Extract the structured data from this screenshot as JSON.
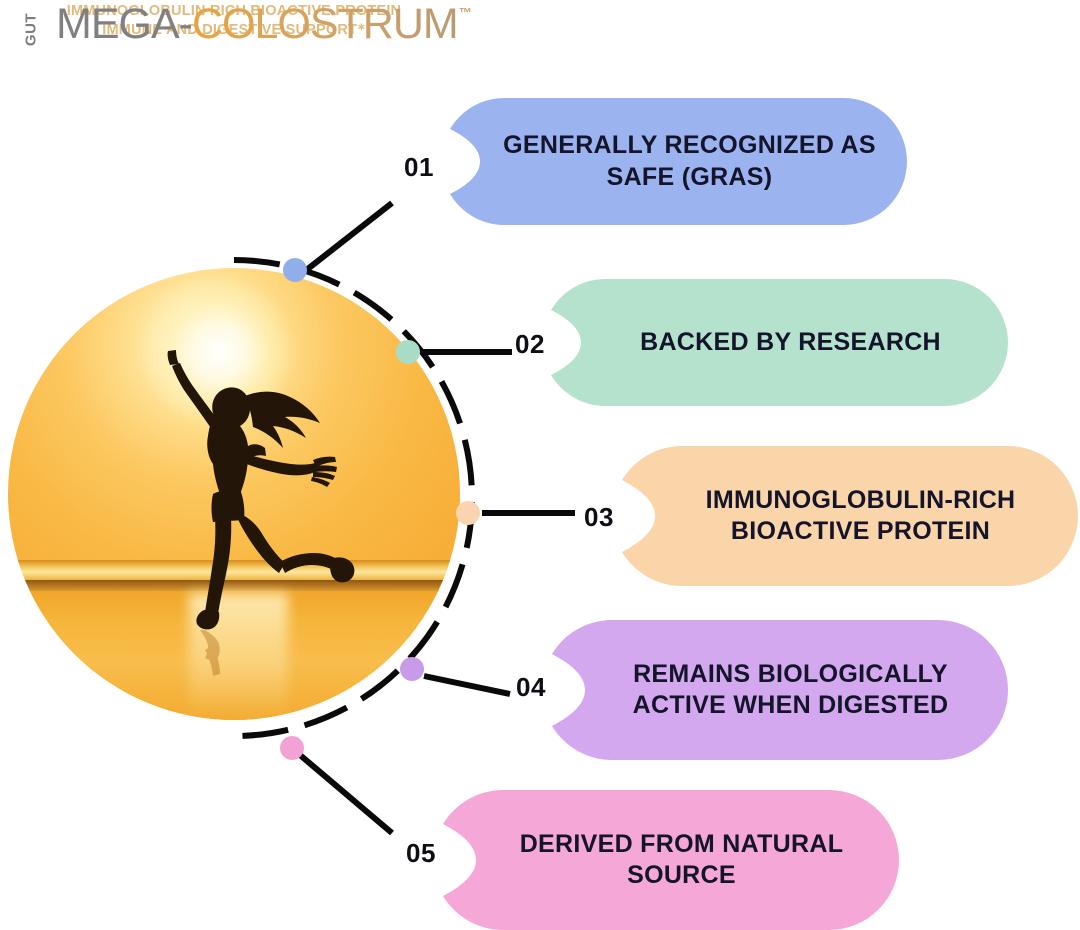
{
  "brand": {
    "prefix": "GUT",
    "name_part1": "MEGA-",
    "name_part2": "COLOSTRUM",
    "trademark": "™",
    "tagline_line1": "IMMUNOGLOBULIN RICH BIOACTIVE PROTEIN",
    "tagline_line2": "IMMUNE AND DIGESTIVE SUPPORT",
    "tagline_marker": "∗",
    "colors": {
      "gray": "#808080",
      "orange": "#e8a33d",
      "tagline": "#e0ba7a"
    }
  },
  "photo": {
    "alt_name": "woman-jumping-on-beach-at-sunset",
    "caption": ""
  },
  "items": [
    {
      "number": "01",
      "label_line1": "GENERALLY RECOGNIZED AS",
      "label_line2": "SAFE (GRAS)",
      "color": "#9BB4EF",
      "dot_color": "#8FAEEA"
    },
    {
      "number": "02",
      "label_line1": "BACKED BY RESEARCH",
      "label_line2": "",
      "color": "#B5E2CD",
      "dot_color": "#A8DCC6"
    },
    {
      "number": "03",
      "label_line1": "IMMUNOGLOBULIN-RICH",
      "label_line2": "BIOACTIVE PROTEIN",
      "color": "#FBD5AA",
      "dot_color": "#FAD3B0"
    },
    {
      "number": "04",
      "label_line1": "REMAINS BIOLOGICALLY",
      "label_line2": "ACTIVE WHEN DIGESTED",
      "color": "#D3A8EE",
      "dot_color": "#C89BE8"
    },
    {
      "number": "05",
      "label_line1": "DERIVED FROM NATURAL",
      "label_line2": "SOURCE",
      "color": "#F5A8D8",
      "dot_color": "#F3A2D4"
    }
  ]
}
